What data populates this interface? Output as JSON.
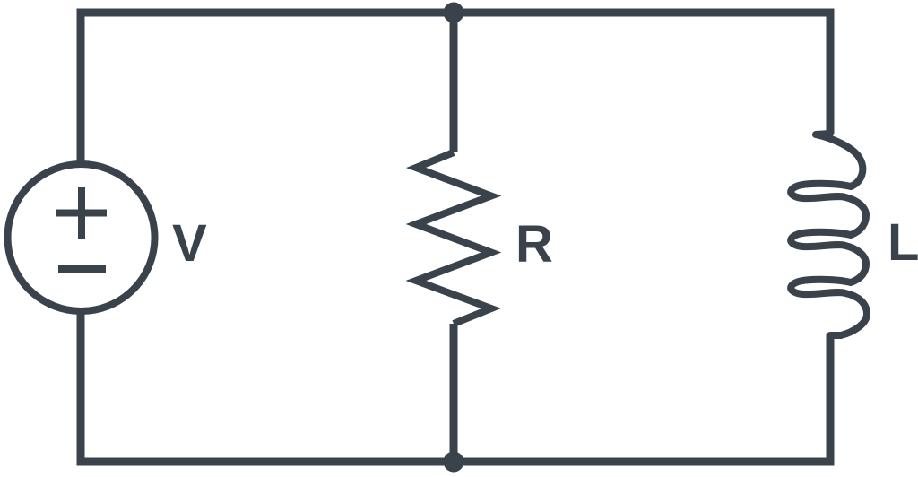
{
  "diagram": {
    "kind": "circuit-schematic",
    "description": "DC voltage source connected in parallel with a resistor and an inductor",
    "background_color": "#ffffff",
    "line_color": "#3a434b",
    "source": {
      "label": "V",
      "type": "voltage-source",
      "polarity_top": "+",
      "polarity_bottom": "−"
    },
    "resistor": {
      "label": "R",
      "type": "resistor"
    },
    "inductor": {
      "label": "L",
      "type": "inductor"
    }
  }
}
